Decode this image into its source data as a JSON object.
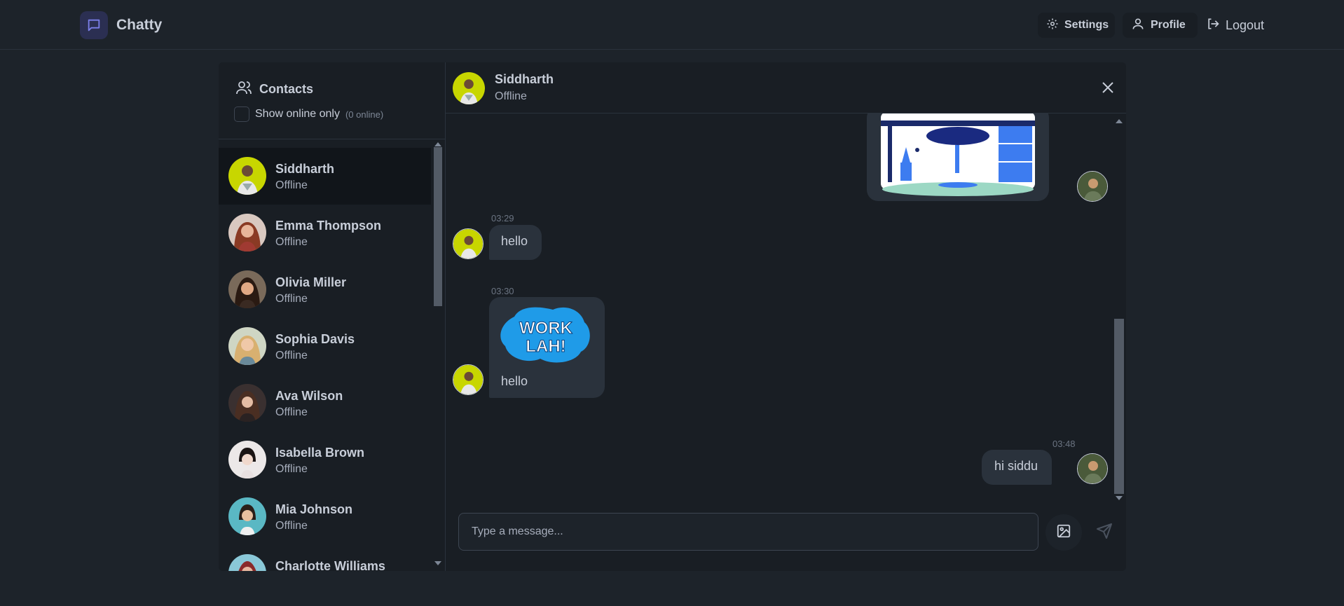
{
  "app": {
    "name": "Chatty"
  },
  "nav": {
    "settings": "Settings",
    "profile": "Profile",
    "logout": "Logout"
  },
  "sidebar": {
    "title": "Contacts",
    "online_filter_label": "Show online only",
    "online_count": "(0 online)",
    "contacts": [
      {
        "name": "Siddharth",
        "status": "Offline",
        "active": true
      },
      {
        "name": "Emma Thompson",
        "status": "Offline"
      },
      {
        "name": "Olivia Miller",
        "status": "Offline"
      },
      {
        "name": "Sophia Davis",
        "status": "Offline"
      },
      {
        "name": "Ava Wilson",
        "status": "Offline"
      },
      {
        "name": "Isabella Brown",
        "status": "Offline"
      },
      {
        "name": "Mia Johnson",
        "status": "Offline"
      },
      {
        "name": "Charlotte Williams",
        "status": ""
      }
    ]
  },
  "chat": {
    "name": "Siddharth",
    "status": "Offline",
    "messages": [
      {
        "time": "03:29",
        "text": "hello",
        "from": "them"
      },
      {
        "time": "03:30",
        "text": "hello",
        "from": "them",
        "sticker": "WORK LAH!"
      },
      {
        "time": "03:48",
        "text": "hi siddu",
        "from": "me"
      }
    ],
    "input_placeholder": "Type a message..."
  },
  "colors": {
    "accent": "#7b7fe8",
    "background": "#1d232a",
    "panel": "#191e24",
    "bubble": "#2a323c"
  }
}
